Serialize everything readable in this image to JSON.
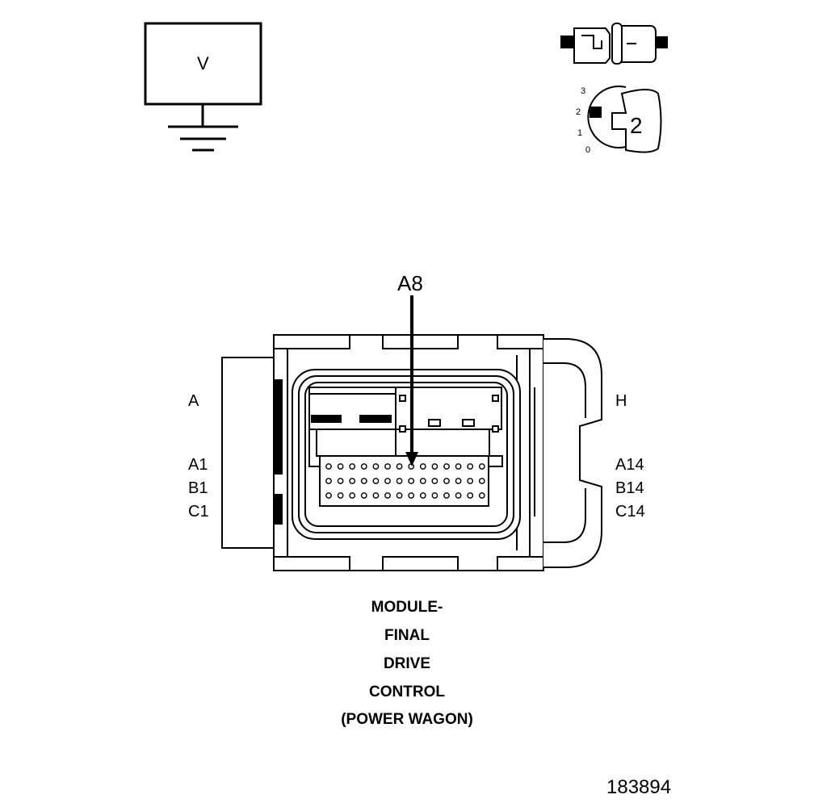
{
  "voltmeter": {
    "symbol_label": "V"
  },
  "meter_dial": {
    "positions": [
      "3",
      "2",
      "1",
      "0"
    ],
    "selected": "2"
  },
  "connector": {
    "pin_callout": "A8",
    "left_labels": {
      "row_a_header": "A",
      "row_a1": "A1",
      "row_b1": "B1",
      "row_c1": "C1"
    },
    "right_labels": {
      "row_h_header": "H",
      "row_a14": "A14",
      "row_b14": "B14",
      "row_c14": "C14"
    }
  },
  "caption": {
    "lines": [
      "MODULE-",
      "FINAL",
      "DRIVE",
      "CONTROL",
      "(POWER WAGON)"
    ]
  },
  "figure_number": "183894"
}
